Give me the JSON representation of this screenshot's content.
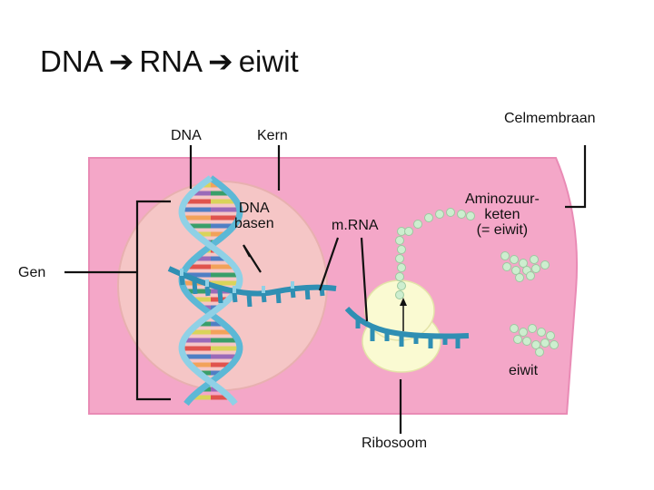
{
  "title": {
    "part1": "DNA",
    "part2": "RNA",
    "part3": "eiwit",
    "arrow_icon": "arrow-right-icon"
  },
  "labels": {
    "dna": "DNA",
    "kern": "Kern",
    "celmembraan": "Celmembraan",
    "dna_basen_line1": "DNA",
    "dna_basen_line2": "basen",
    "mrna": "m.RNA",
    "aminozuur_line1": "Aminozuur-",
    "aminozuur_line2": "keten",
    "aminozuur_line3": "(= eiwit)",
    "gen": "Gen",
    "eiwit": "eiwit",
    "ribosoom": "Ribosoom"
  },
  "colors": {
    "cell": "#f4a7c8",
    "cell_edge": "#e98bb5",
    "nucleus": "#f5c6c6",
    "nucleus_edge": "#e8b0b0",
    "ribosome": "#fafad2",
    "dna_backbone": "#5cb8d6",
    "mrna": "#2f8fb3",
    "protein_beads": "#cdeecf",
    "leader_lines": "#111111"
  }
}
